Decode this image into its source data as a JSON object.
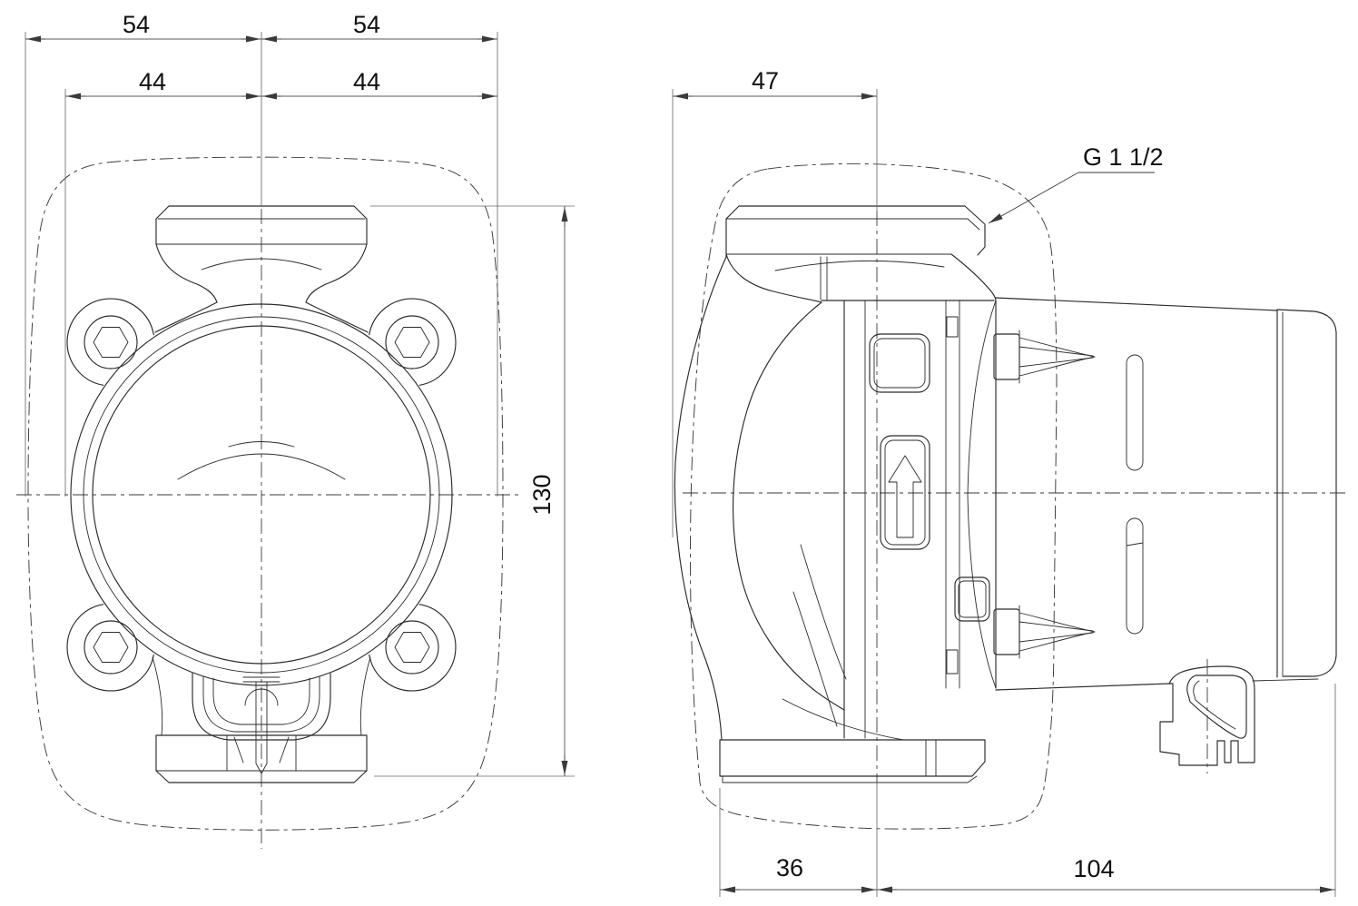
{
  "drawing": {
    "kind": "technical dimension drawing, circulator pump, two orthographic views",
    "front_view": {
      "dims": {
        "d54_left": "54",
        "d54_right": "54",
        "d44_left": "44",
        "d44_right": "44",
        "d130": "130"
      }
    },
    "side_view": {
      "dims": {
        "d47": "47",
        "d36": "36",
        "d104": "104"
      },
      "thread_label": "G 1 1/2"
    }
  }
}
